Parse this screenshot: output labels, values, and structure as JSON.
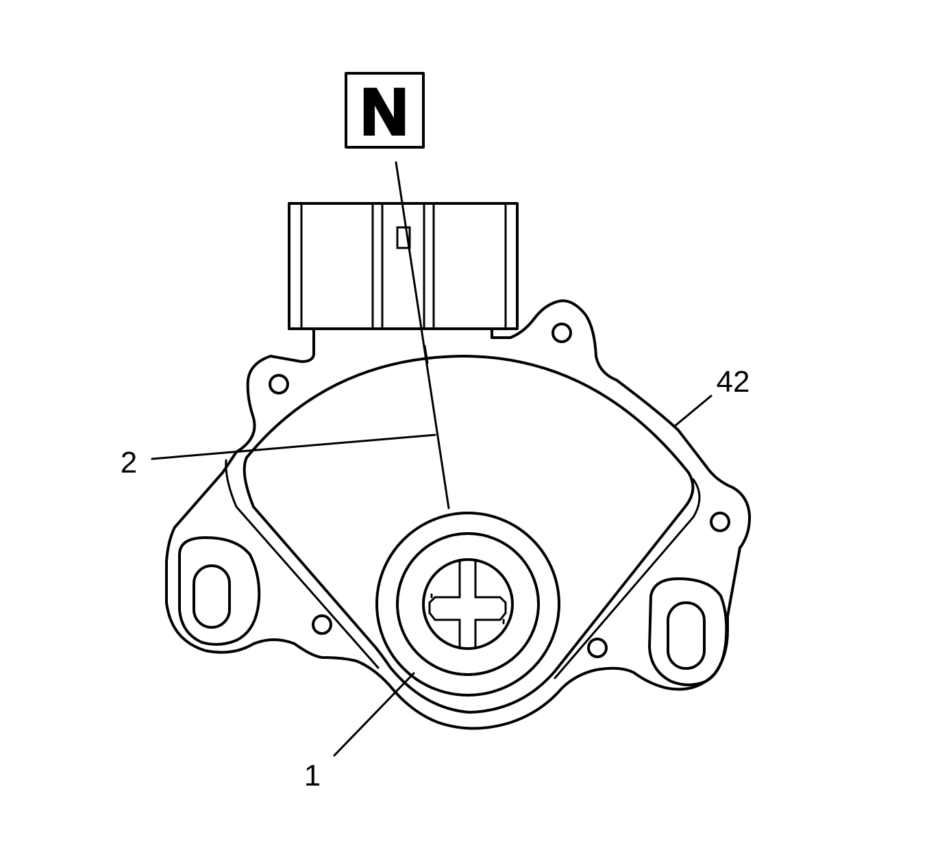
{
  "diagram": {
    "position_marker": "N",
    "callouts": {
      "switch_body": "42",
      "position_mark": "2",
      "shaft": "1"
    }
  },
  "colors": {
    "line": "#000000",
    "background": "#ffffff"
  }
}
